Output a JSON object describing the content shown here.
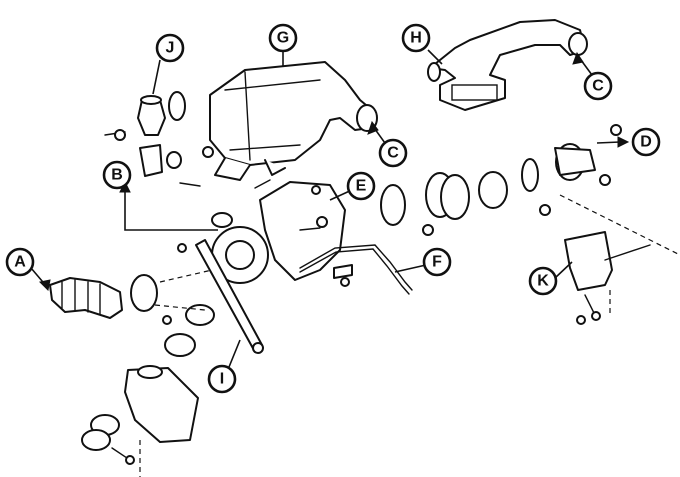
{
  "callouts": [
    {
      "id": "A",
      "label": "A"
    },
    {
      "id": "B",
      "label": "B"
    },
    {
      "id": "C1",
      "label": "C"
    },
    {
      "id": "C2",
      "label": "C"
    },
    {
      "id": "D",
      "label": "D"
    },
    {
      "id": "E",
      "label": "E"
    },
    {
      "id": "F",
      "label": "F"
    },
    {
      "id": "G",
      "label": "G"
    },
    {
      "id": "H",
      "label": "H"
    },
    {
      "id": "I",
      "label": "I"
    },
    {
      "id": "J",
      "label": "J"
    },
    {
      "id": "K",
      "label": "K"
    }
  ],
  "colors": {
    "ink": "#111111",
    "paper": "#ffffff"
  }
}
